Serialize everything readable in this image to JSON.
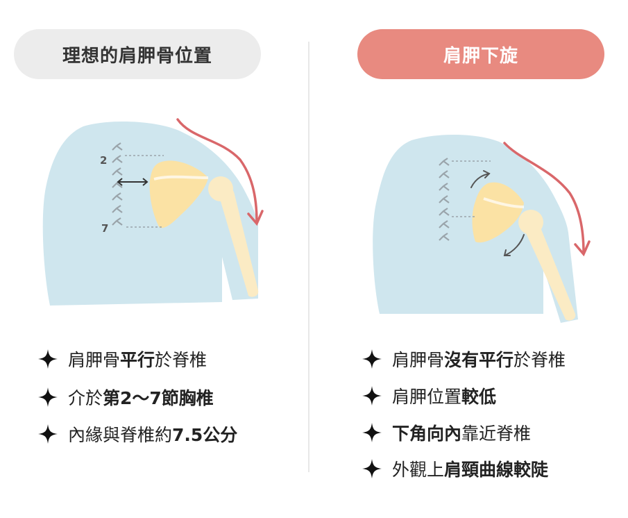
{
  "left": {
    "title": "理想的肩胛骨位置",
    "vertebra_labels": [
      "2",
      "7"
    ],
    "bullets": [
      [
        {
          "t": "肩胛骨",
          "b": false
        },
        {
          "t": "平行",
          "b": true
        },
        {
          "t": "於脊椎",
          "b": false
        }
      ],
      [
        {
          "t": "介於",
          "b": false
        },
        {
          "t": "第2～7節胸椎",
          "b": true
        }
      ],
      [
        {
          "t": "內緣與脊椎約",
          "b": false
        },
        {
          "t": "7.5公分",
          "b": true
        }
      ]
    ]
  },
  "right": {
    "title": "肩胛下旋",
    "bullets": [
      [
        {
          "t": "肩胛骨",
          "b": false
        },
        {
          "t": "沒有平行",
          "b": true
        },
        {
          "t": "於脊椎",
          "b": false
        }
      ],
      [
        {
          "t": "肩胛位置",
          "b": false
        },
        {
          "t": "較低",
          "b": true
        }
      ],
      [
        {
          "t": "下角向內",
          "b": true
        },
        {
          "t": "靠近脊椎",
          "b": false
        }
      ],
      [
        {
          "t": "外觀上",
          "b": false
        },
        {
          "t": "肩頸曲線較陡",
          "b": true
        }
      ]
    ]
  },
  "colors": {
    "body": "#cfe6ee",
    "scapula": "#fbe2a4",
    "bone": "#fbebc4",
    "arrow_red": "#d9676a",
    "spine": "#9aa4aa",
    "pill_left": "#ececec",
    "pill_right": "#e88a80"
  },
  "icons": {
    "bullet": "four-point-star-icon"
  }
}
